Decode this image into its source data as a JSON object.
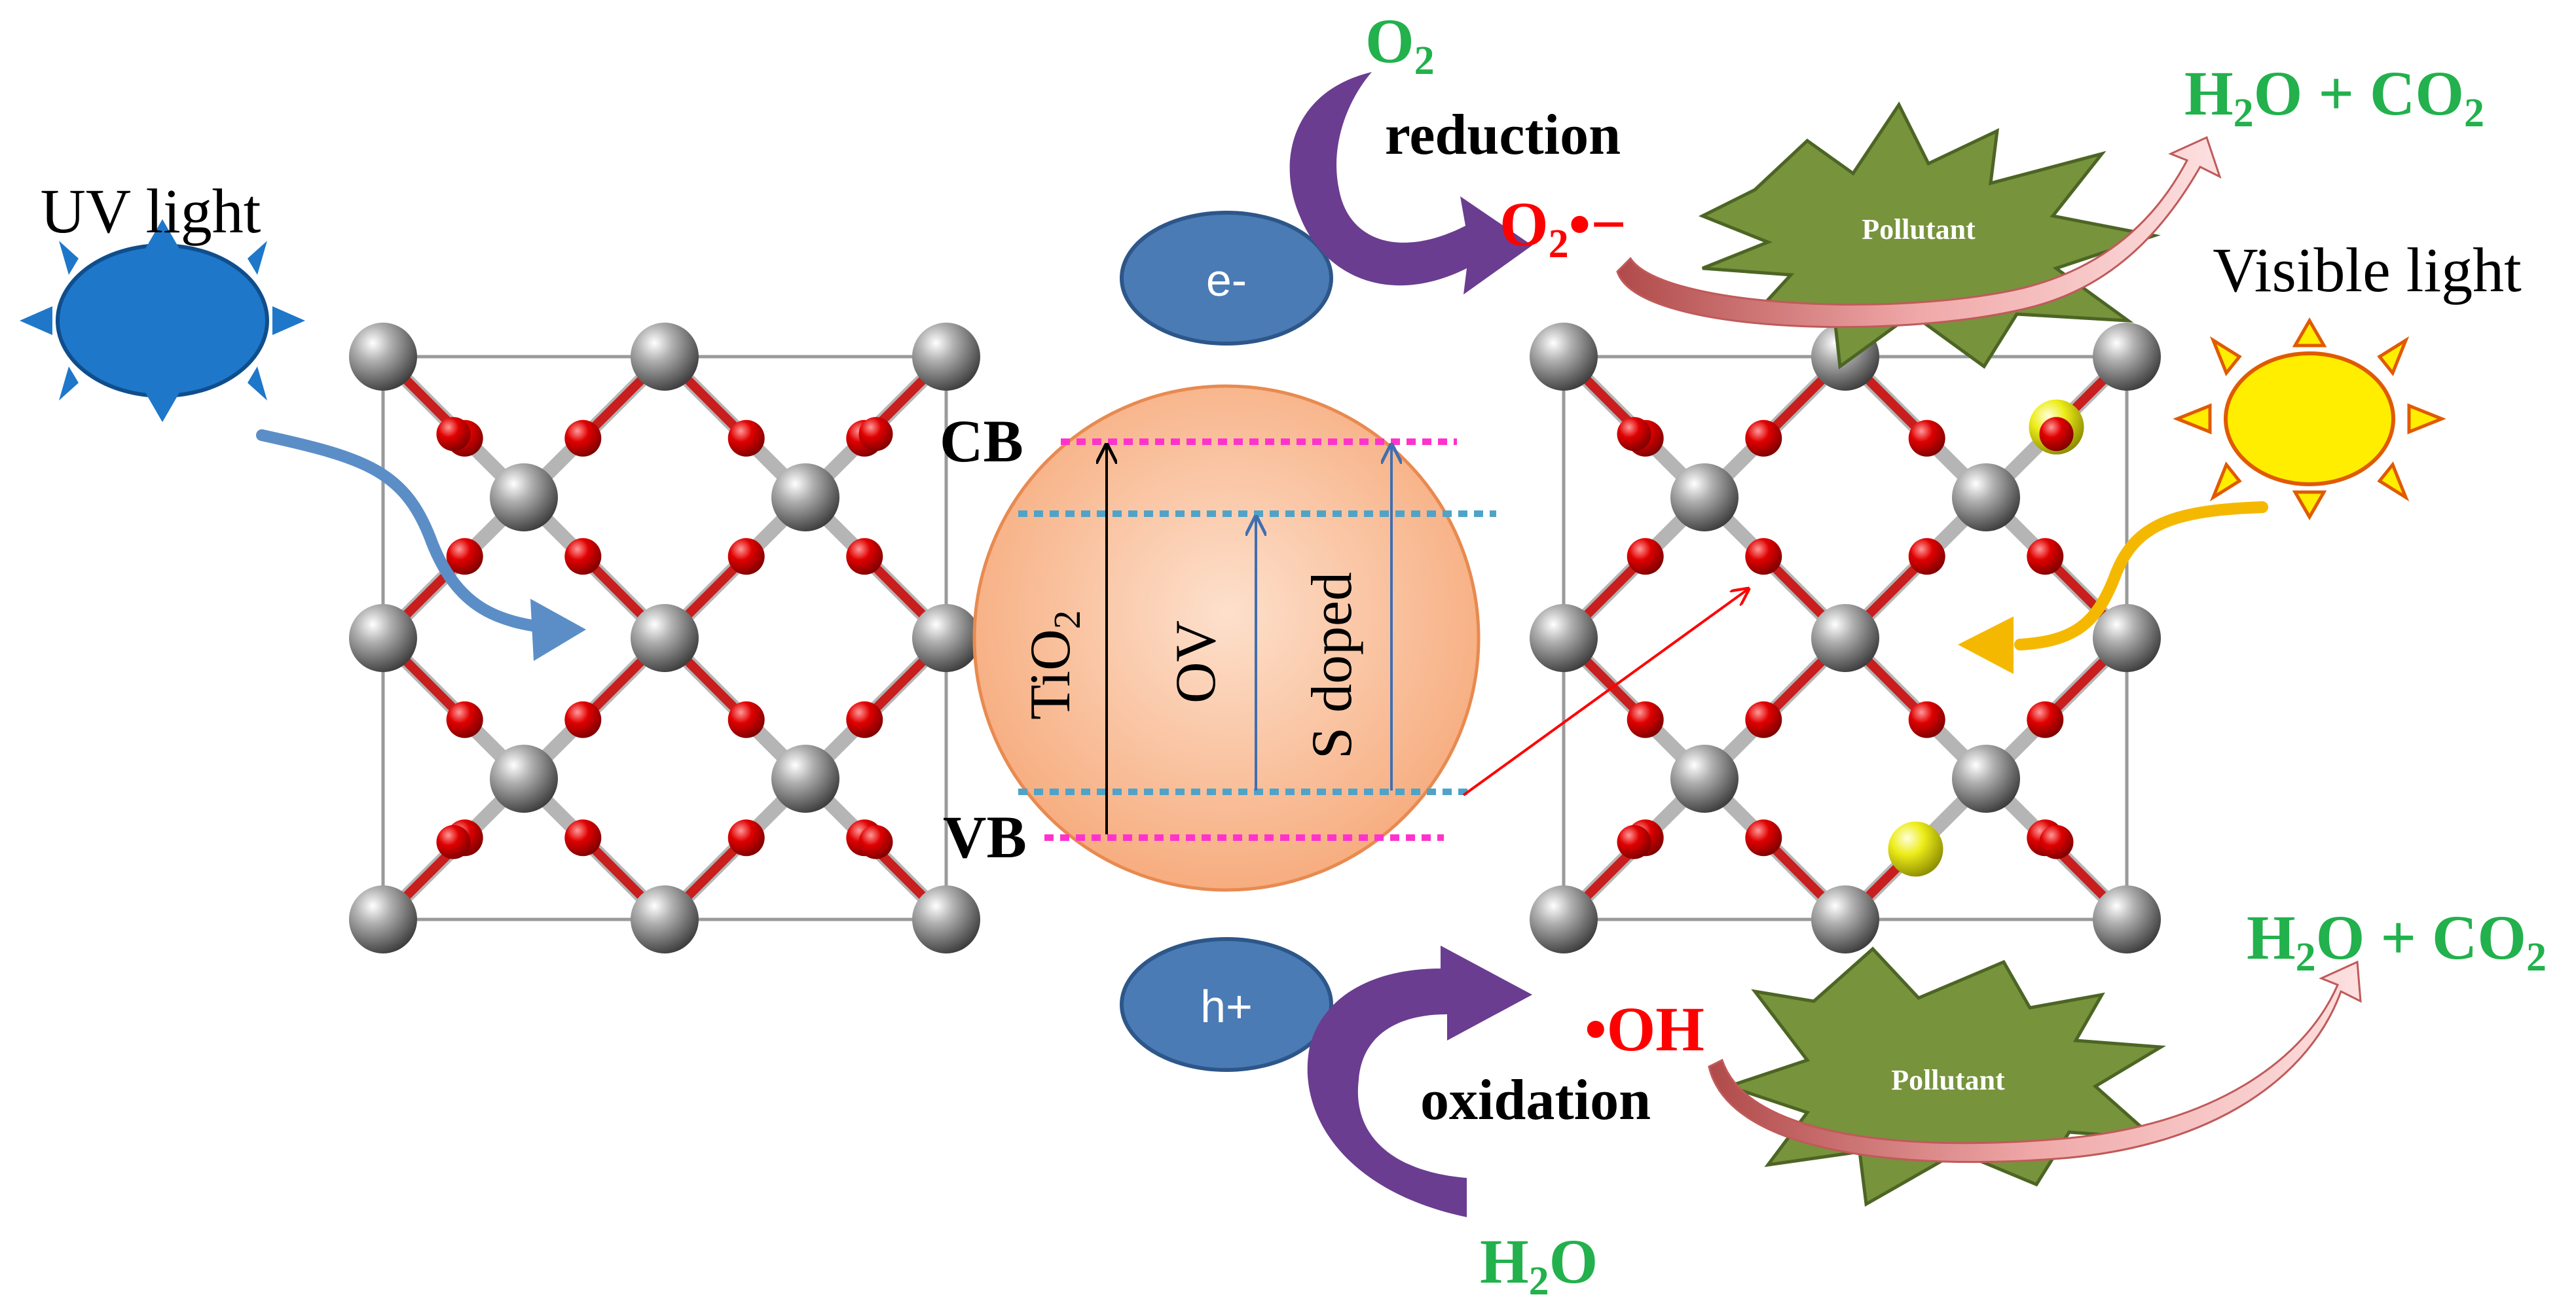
{
  "colors": {
    "oxygen": "#d40000",
    "titanium": "#8c8c8c",
    "sulfur": "#e8e800",
    "carrier": "#4a7bb5",
    "band_circle": "#f9b990",
    "purple_arrow": "#6a3d90",
    "green_text": "#22b14c",
    "red_text": "#ff0000",
    "pollutant": "#77933c",
    "uv_sun": "#1f77c9",
    "visible_sun": "#ffee00"
  },
  "labels": {
    "uv_light": "UV light",
    "visible_light": "Visible light",
    "electron": "e-",
    "hole": "h+",
    "cb": "CB",
    "vb": "VB",
    "tio2_prefix": "TiO",
    "tio2_sub": "2",
    "ov": "OV",
    "s_doped": "S doped",
    "reduction": "reduction",
    "oxidation": "oxidation",
    "o2_prefix": "O",
    "o2_sub": "2",
    "superoxide_prefix": "O",
    "superoxide_sub": "2",
    "superoxide_suffix": "•−",
    "hydroxyl": "•OH",
    "h2o_prefix": "H",
    "h2o_sub": "2",
    "h2o_suffix": "O",
    "product_h": "H",
    "product_h_sub": "2",
    "product_mid": "O + CO",
    "product_co2_sub": "2",
    "pollutant": "Pollutant"
  }
}
